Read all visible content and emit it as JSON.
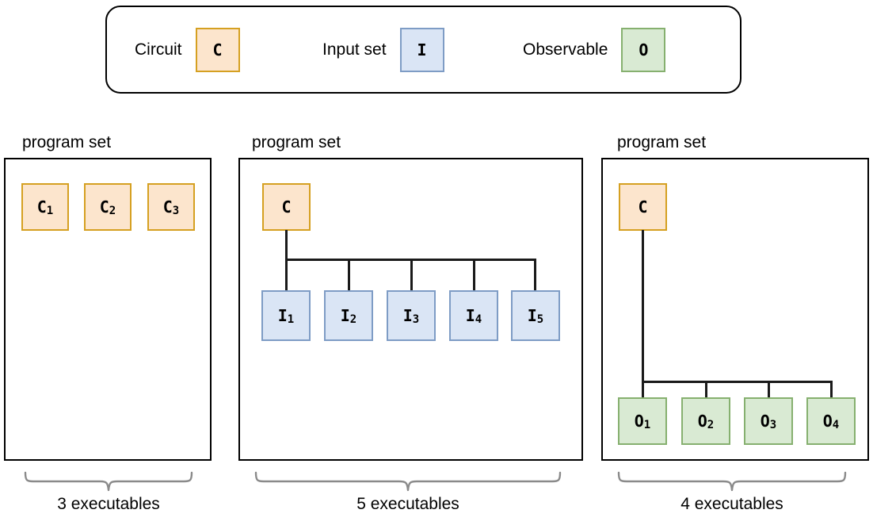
{
  "legend": {
    "items": [
      {
        "label": "Circuit",
        "glyph": "C",
        "kind": "circuit",
        "icon": "circuit-swatch-icon"
      },
      {
        "label": "Input set",
        "glyph": "I",
        "kind": "inputset",
        "icon": "input-set-swatch-icon"
      },
      {
        "label": "Observable",
        "glyph": "O",
        "kind": "observ",
        "icon": "observable-swatch-icon"
      }
    ]
  },
  "panels": [
    {
      "title": "program set",
      "brace_label": "3 executables",
      "nodes": [
        {
          "glyph": "C",
          "sub": "1",
          "kind": "circuit"
        },
        {
          "glyph": "C",
          "sub": "2",
          "kind": "circuit"
        },
        {
          "glyph": "C",
          "sub": "3",
          "kind": "circuit"
        }
      ]
    },
    {
      "title": "program set",
      "brace_label": "5 executables",
      "root": {
        "glyph": "C",
        "sub": "",
        "kind": "circuit"
      },
      "nodes": [
        {
          "glyph": "I",
          "sub": "1",
          "kind": "inputset"
        },
        {
          "glyph": "I",
          "sub": "2",
          "kind": "inputset"
        },
        {
          "glyph": "I",
          "sub": "3",
          "kind": "inputset"
        },
        {
          "glyph": "I",
          "sub": "4",
          "kind": "inputset"
        },
        {
          "glyph": "I",
          "sub": "5",
          "kind": "inputset"
        }
      ]
    },
    {
      "title": "program set",
      "brace_label": "4 executables",
      "root": {
        "glyph": "C",
        "sub": "",
        "kind": "circuit"
      },
      "nodes": [
        {
          "glyph": "O",
          "sub": "1",
          "kind": "observ"
        },
        {
          "glyph": "O",
          "sub": "2",
          "kind": "observ"
        },
        {
          "glyph": "O",
          "sub": "3",
          "kind": "observ"
        },
        {
          "glyph": "O",
          "sub": "4",
          "kind": "observ"
        }
      ]
    }
  ],
  "colors": {
    "circuit_fill": "#fce5cd",
    "circuit_border": "#d5a021",
    "inputset_fill": "#dae5f5",
    "inputset_border": "#7e9cc5",
    "observable_fill": "#d9ead3",
    "observable_border": "#86b06f",
    "panel_border": "#000000",
    "connector": "#1a1a1a",
    "brace": "#8a8a8a"
  }
}
